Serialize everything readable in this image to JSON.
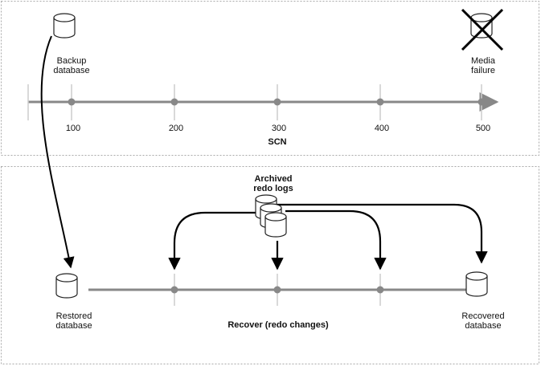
{
  "top_panel": {
    "backup": {
      "line1": "Backup",
      "line2": "database",
      "icon": "database-cylinder-icon"
    },
    "failure": {
      "line1": "Media",
      "line2": "failure",
      "icon": "crossed-out-database-icon"
    },
    "timeline": {
      "ticks": [
        "100",
        "200",
        "300",
        "400",
        "500"
      ],
      "axis_label": "SCN"
    }
  },
  "bottom_panel": {
    "archived": {
      "line1": "Archived",
      "line2": "redo logs",
      "icon": "stacked-database-cylinders-icon"
    },
    "restored": {
      "line1": "Restored",
      "line2": "database",
      "icon": "database-cylinder-icon"
    },
    "recovered": {
      "line1": "Recovered",
      "line2": "database",
      "icon": "database-cylinder-icon"
    },
    "process_label": "Recover (redo changes)"
  },
  "colors": {
    "timeline": "#888888",
    "panel_border": "#aaaaaa",
    "arrow": "#000000"
  }
}
